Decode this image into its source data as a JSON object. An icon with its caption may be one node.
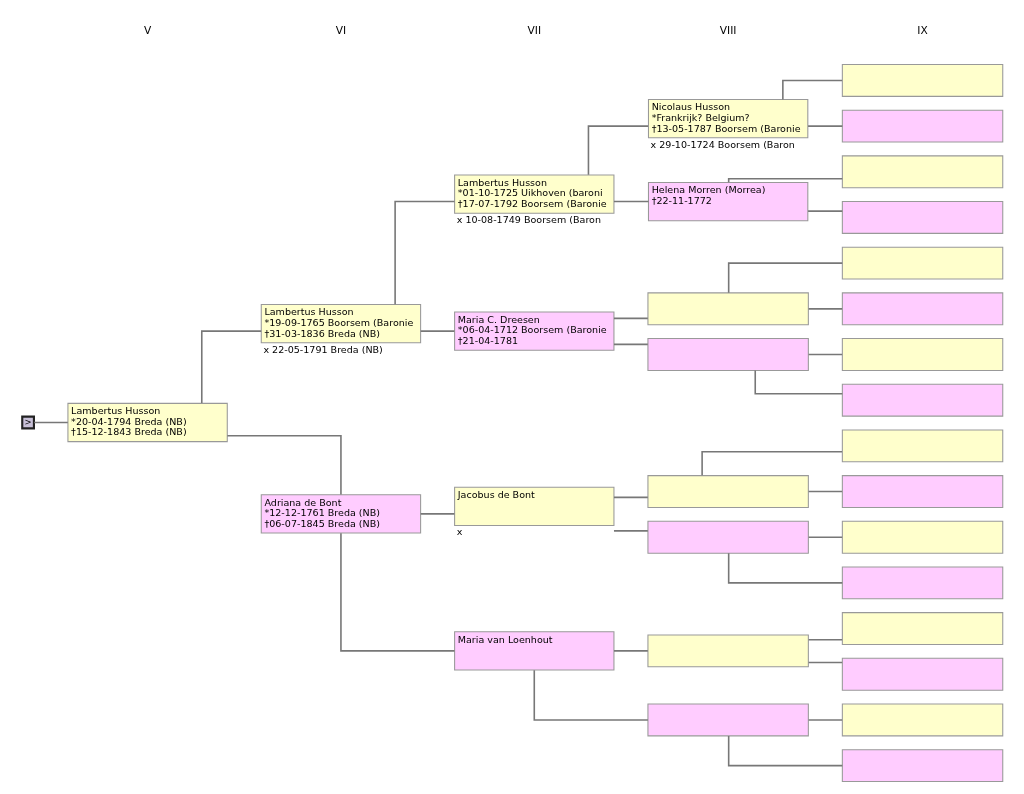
{
  "diagram": {
    "nodes": [
      {
        "text": [
          ">"
        ]
      },
      {
        "text": [
          "Lambertus Husson",
          "*20-04-1794 Breda (NB)",
          "†15-12-1843 Breda (NB)"
        ]
      },
      {
        "text": [
          "Lambertus Husson",
          "*19-09-1765 Boorsem (Baronie",
          "†31-03-1836 Breda (NB)"
        ],
        "beside": [
          "x 22-05-1791 Breda (NB)"
        ]
      },
      {
        "text": [
          "Adriana de Bont",
          "*12-12-1761 Breda (NB)",
          "†06-07-1845 Breda (NB)"
        ]
      },
      {
        "text": [
          "Lambertus Husson",
          "*01-10-1725 Uikhoven (baroni",
          "†17-07-1792 Boorsem (Baronie"
        ],
        "beside": [
          "x 10-08-1749 Boorsem (Baron"
        ]
      },
      {
        "text": [
          "Maria C. Dreesen",
          "*06-04-1712 Boorsem (Baronie",
          "†21-04-1781"
        ]
      },
      {
        "text": [
          "Jacobus de Bont"
        ],
        "beside": [
          "x"
        ]
      },
      {
        "text": [
          "Maria van Loenhout"
        ]
      },
      {
        "text": [
          "Nicolaus Husson",
          "*Frankrijk? Belgium?",
          "†13-05-1787 Boorsem (Baronie"
        ],
        "beside": [
          "x 29-10-1724 Boorsem (Baron"
        ]
      },
      {
        "text": [
          "Helena Morren (Morrea)",
          "†22-11-1772"
        ]
      },
      {
        "text": [],
        "shape": "box"
      },
      {
        "text": [],
        "shape": "box"
      },
      {
        "text": [],
        "shape": "box"
      },
      {
        "text": [],
        "shape": "box"
      },
      {
        "text": [],
        "shape": "box"
      },
      {
        "text": [],
        "shape": "box"
      },
      {
        "text": [],
        "shape": "box"
      },
      {
        "text": [],
        "shape": "box"
      },
      {
        "text": [],
        "shape": "box"
      },
      {
        "text": [],
        "shape": "box"
      },
      {
        "text": [],
        "shape": "box"
      },
      {
        "text": [],
        "shape": "box"
      },
      {
        "text": [],
        "shape": "box"
      },
      {
        "text": [],
        "shape": "box"
      },
      {
        "text": [],
        "shape": "box"
      },
      {
        "text": [],
        "shape": "box"
      },
      {
        "text": [],
        "shape": "box"
      },
      {
        "text": [],
        "shape": "box"
      },
      {
        "text": [],
        "shape": "box"
      },
      {
        "text": [],
        "shape": "box"
      },
      {
        "text": [],
        "shape": "box"
      },
      {
        "text": [],
        "shape": "box"
      }
    ],
    "edges": [
      {
        "from": 0,
        "to": 1,
        "arrow": "none"
      },
      {
        "from": 1,
        "to": 2,
        "arrow": "none"
      },
      {
        "from": 1,
        "to": 3,
        "arrow": "none"
      },
      {
        "from": 2,
        "to": 4,
        "arrow": "none"
      },
      {
        "from": 2,
        "to": 5,
        "arrow": "none"
      },
      {
        "from": 3,
        "to": 6,
        "arrow": "none"
      },
      {
        "from": 3,
        "to": 7,
        "arrow": "none"
      },
      {
        "from": 4,
        "to": 8,
        "arrow": "none"
      },
      {
        "from": 4,
        "to": 9,
        "arrow": "none"
      },
      {
        "from": 5,
        "to": 10,
        "arrow": "none"
      },
      {
        "from": 5,
        "to": 11,
        "arrow": "none"
      },
      {
        "from": 6,
        "to": 12,
        "arrow": "none"
      },
      {
        "from": 6,
        "to": 13,
        "arrow": "none"
      },
      {
        "from": 7,
        "to": 14,
        "arrow": "none"
      },
      {
        "from": 7,
        "to": 15,
        "arrow": "none"
      },
      {
        "from": 8,
        "to": 16,
        "arrow": "none"
      },
      {
        "from": 8,
        "to": 17,
        "arrow": "none"
      },
      {
        "from": 9,
        "to": 18,
        "arrow": "none"
      },
      {
        "from": 9,
        "to": 19,
        "arrow": "none"
      },
      {
        "from": 10,
        "to": 20,
        "arrow": "none"
      },
      {
        "from": 10,
        "to": 21,
        "arrow": "none"
      },
      {
        "from": 11,
        "to": 22,
        "arrow": "none"
      },
      {
        "from": 11,
        "to": 23,
        "arrow": "none"
      },
      {
        "from": 12,
        "to": 24,
        "arrow": "none"
      },
      {
        "from": 12,
        "to": 25,
        "arrow": "none"
      },
      {
        "from": 13,
        "to": 26,
        "arrow": "none"
      },
      {
        "from": 13,
        "to": 27,
        "arrow": "none"
      },
      {
        "from": 14,
        "to": 28,
        "arrow": "none"
      },
      {
        "from": 14,
        "to": 29,
        "arrow": "none"
      },
      {
        "from": 15,
        "to": 30,
        "arrow": "none"
      },
      {
        "from": 15,
        "to": 31,
        "arrow": "none"
      }
    ],
    "labels": [
      "V",
      "VI",
      "VII",
      "VIII",
      "IX"
    ]
  }
}
